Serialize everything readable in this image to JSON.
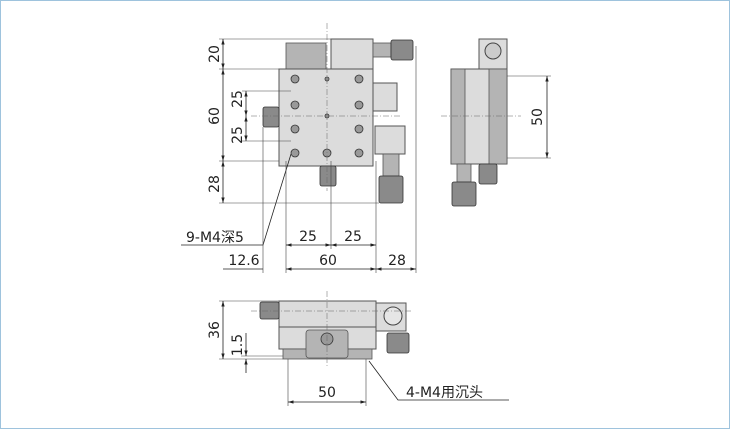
{
  "colors": {
    "border": "#9ec3dd",
    "body": "#dcdcdc",
    "line": "#222222"
  },
  "top_view": {
    "dim_top_block": "20",
    "dim_body_height": "60",
    "dim_upper_pitch": "25",
    "dim_lower_pitch": "25",
    "dim_micrometer": "28",
    "hole_note": "9-M4深5",
    "dim_hole_pitch_left": "25",
    "dim_hole_pitch_right": "25",
    "dim_left_offset": "12.6",
    "dim_body_width": "60",
    "dim_right_micrometer": "28"
  },
  "side_view": {
    "dim_height": "50"
  },
  "front_view": {
    "dim_height": "36",
    "dim_base": "1.5",
    "dim_mount_pitch": "50",
    "mount_note": "4-M4用沉头"
  }
}
